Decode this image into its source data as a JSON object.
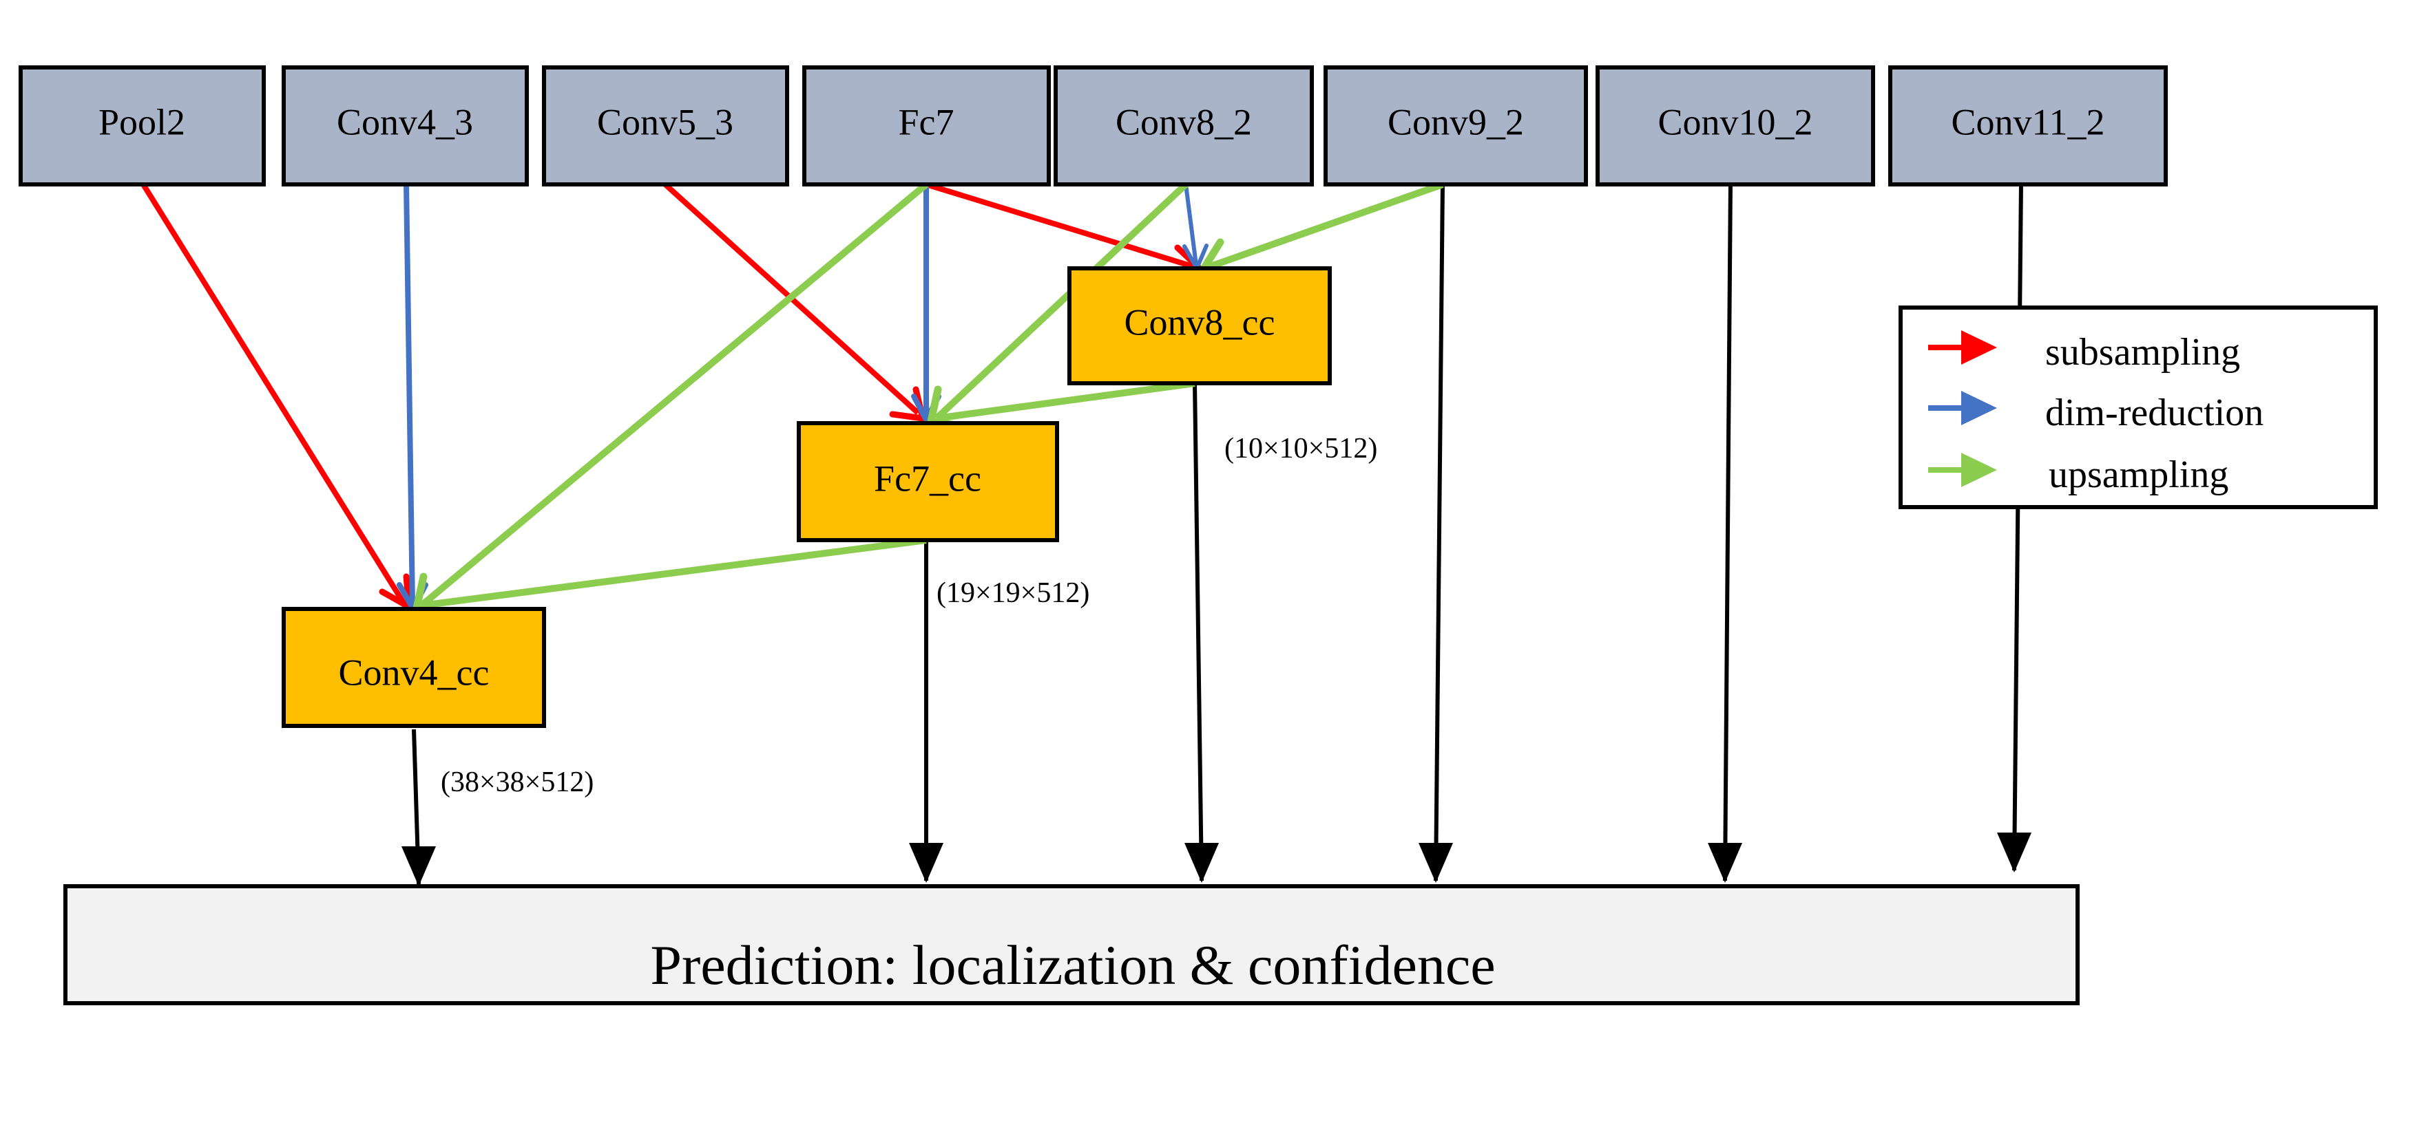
{
  "layers": [
    {
      "id": "pool2",
      "label": "Pool2"
    },
    {
      "id": "conv4_3",
      "label": "Conv4_3"
    },
    {
      "id": "conv5_3",
      "label": "Conv5_3"
    },
    {
      "id": "fc7",
      "label": "Fc7"
    },
    {
      "id": "conv8_2",
      "label": "Conv8_2"
    },
    {
      "id": "conv9_2",
      "label": "Conv9_2"
    },
    {
      "id": "conv10_2",
      "label": "Conv10_2"
    },
    {
      "id": "conv11_2",
      "label": "Conv11_2"
    }
  ],
  "fused": [
    {
      "id": "conv8_cc",
      "label": "Conv8_cc",
      "dim": "(10×10×512)"
    },
    {
      "id": "fc7_cc",
      "label": "Fc7_cc",
      "dim": "(19×19×512)"
    },
    {
      "id": "conv4_cc",
      "label": "Conv4_cc",
      "dim": "(38×38×512)"
    }
  ],
  "prediction": {
    "label": "Prediction: localization & confidence"
  },
  "legend": {
    "items": [
      {
        "label": "subsampling",
        "color": "#ff0000"
      },
      {
        "label": "dim-reduction",
        "color": "#4472c4"
      },
      {
        "label": "upsampling",
        "color": "#8ccc4e"
      }
    ]
  },
  "colors": {
    "layer_fill": "#aab4c8",
    "fused_fill": "#ffbe00",
    "prediction_fill": "#f2f2f2",
    "subsampling": "#ff0000",
    "dim_reduction": "#4472c4",
    "upsampling": "#8ccc4e",
    "output": "#000000"
  }
}
